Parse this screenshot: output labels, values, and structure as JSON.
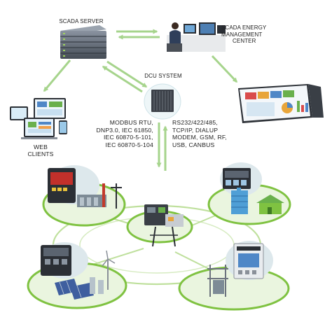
{
  "nodes": {
    "scada_server": {
      "label": "SCADA SERVER"
    },
    "energy_center": {
      "label_lines": [
        "SCADA ENERGY",
        "MANAGEMENT",
        "CENTER"
      ]
    },
    "dcu": {
      "label": "DCU SYSTEM"
    },
    "web_clients": {
      "label_lines": [
        "WEB",
        "CLIENTS"
      ]
    }
  },
  "protocols": {
    "left": [
      "MODBUS RTU,",
      "DNP3.0, IEC 61850,",
      "IEC 60870-5-101,",
      "IEC 60870-5-104"
    ],
    "right": [
      "RS232/422/485,",
      "TCP/IP, DIALUP",
      "MODEM, GSM, RF,",
      "USB, CANBUS"
    ]
  },
  "colors": {
    "arrow": "#a6d48c",
    "node_ring": "#7fc241",
    "node_fill": "#eaf5df",
    "device_dark": "#2f3338",
    "server_rack": "#5b6470"
  },
  "icons": [
    "server-rack-icon",
    "operator-workstation-icon",
    "dcu-cabinet-icon",
    "dashboard-screens-icon",
    "web-clients-devices-icon",
    "substation-meter-icon",
    "solar-wind-plant-icon",
    "transformer-meter-icon",
    "industrial-plant-icon",
    "urban-buildings-icon",
    "rtu-cabinet-icon"
  ]
}
